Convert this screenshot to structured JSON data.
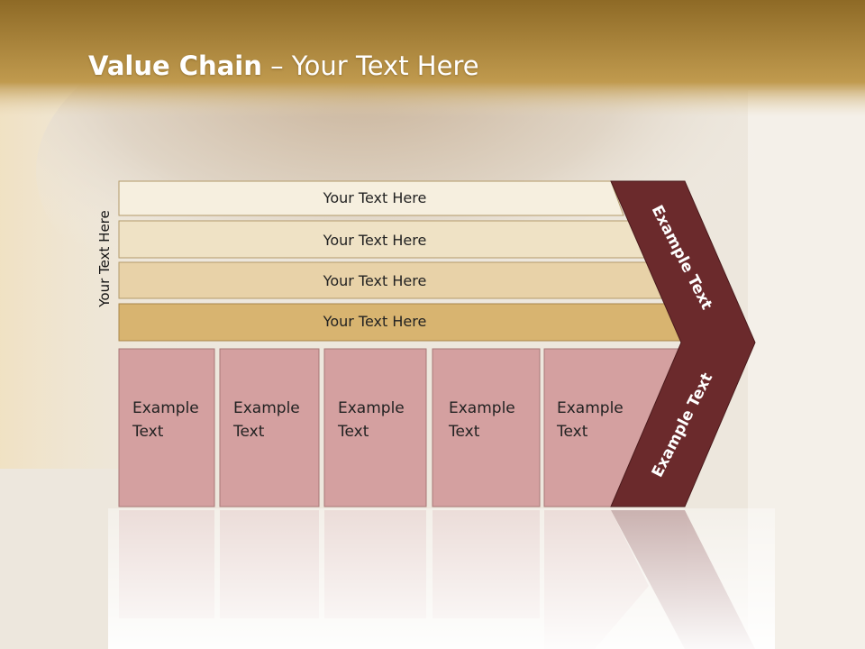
{
  "title": {
    "bold": "Value Chain",
    "rest": " – Your Text Here"
  },
  "side_label": "Your Text Here",
  "support_rows": [
    "Your Text Here",
    "Your Text Here",
    "Your Text Here",
    "Your Text Here"
  ],
  "primary_cells": [
    [
      "Example",
      "Text"
    ],
    [
      "Example",
      "Text"
    ],
    [
      "Example",
      "Text"
    ],
    [
      "Example",
      "Text"
    ],
    [
      "Example",
      "Text"
    ]
  ],
  "chevron_labels": {
    "upper": "Example Text",
    "lower": "Example Text"
  },
  "colors": {
    "header": "#b08a3c",
    "row1": "#f6efdf",
    "row2": "#efe2c5",
    "row3": "#e8d2a8",
    "row4": "#d8b470",
    "cell": "#d4a0a0",
    "chevron": "#6b2a2c"
  }
}
